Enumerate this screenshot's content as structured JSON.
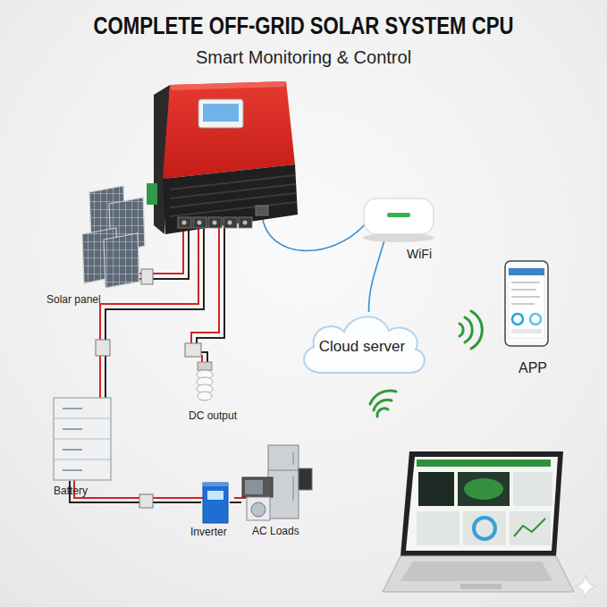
{
  "diagram": {
    "title": "COMPLETE OFF-GRID SOLAR SYSTEM CPU",
    "nodes": [
      {
        "text": [
          "Solar panel"
        ]
      },
      {
        "text": [
          "WiFi"
        ]
      },
      {
        "text": [
          "Cloud server"
        ]
      },
      {
        "text": [
          "APP"
        ]
      },
      {
        "text": [
          "DC output"
        ]
      },
      {
        "text": [
          "Battery"
        ]
      },
      {
        "text": [
          "Inverter"
        ]
      },
      {
        "text": [
          "AC Loads"
        ]
      }
    ],
    "edges": [
      {
        "from": 1,
        "to": 2,
        "arrow": "none"
      },
      {
        "from": 5,
        "to": 6,
        "arrow": "none"
      },
      {
        "from": 6,
        "to": 7,
        "arrow": "none"
      }
    ],
    "labels": [
      "Smart Monitoring & Control"
    ]
  }
}
